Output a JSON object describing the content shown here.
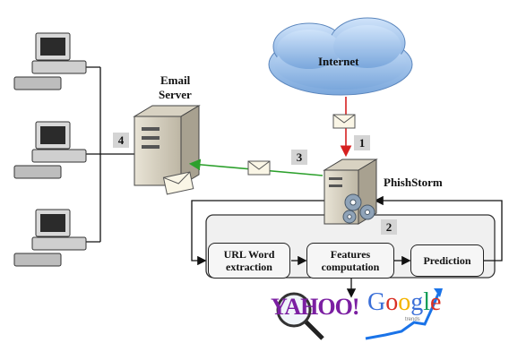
{
  "labels": {
    "internet": "Internet",
    "email_server_line1": "Email",
    "email_server_line2": "Server",
    "phishstorm": "PhishStorm"
  },
  "steps": [
    "1",
    "2",
    "3",
    "4"
  ],
  "pipeline": {
    "url_word_line1": "URL Word",
    "url_word_line2": "extraction",
    "features_line1": "Features",
    "features_line2": "computation",
    "prediction": "Prediction"
  },
  "logos": {
    "yahoo": "YAHOO!",
    "google_letters": [
      "G",
      "o",
      "o",
      "g",
      "l",
      "e"
    ],
    "google_colors": [
      "#3b6fd8",
      "#d93025",
      "#f4b400",
      "#3b6fd8",
      "#0f9d58",
      "#d93025"
    ],
    "trends": "trends"
  },
  "colors": {
    "arrow_internet": "#d62020",
    "arrow_email": "#2ca02c",
    "cloud": "#8fb8e6",
    "step_badge": "#d4d4d4",
    "trend_line": "#1a73e8"
  },
  "icons": [
    "desktop-computer-icon",
    "server-icon",
    "envelope-icon",
    "gear-icon",
    "cloud-icon",
    "magnifier-icon"
  ]
}
